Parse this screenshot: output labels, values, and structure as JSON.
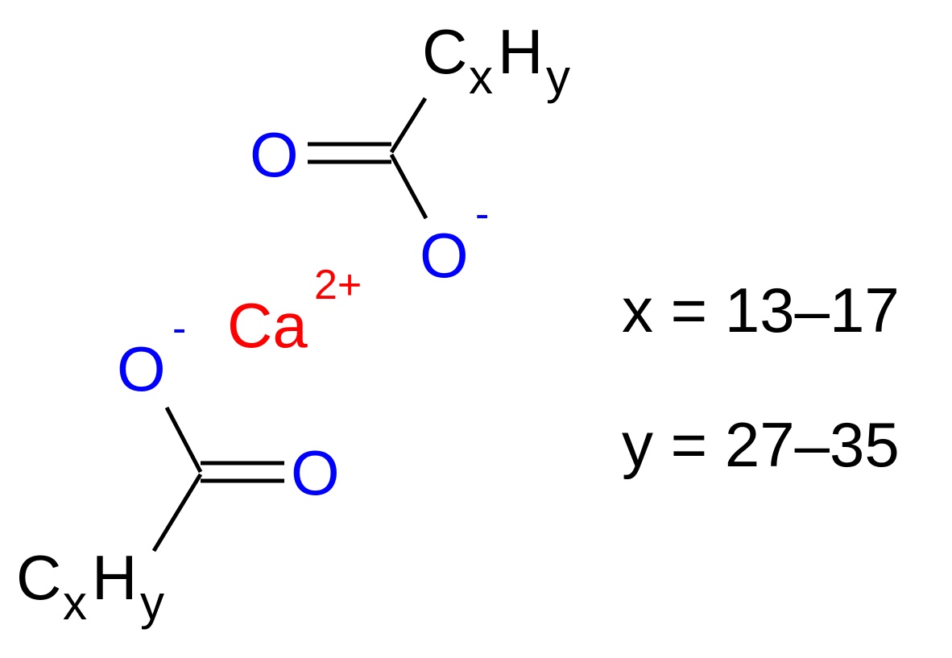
{
  "colors": {
    "carbon": "#000000",
    "oxygen": "#0000ff",
    "calcium": "#ff0000",
    "bond": "#000000"
  },
  "upper_carboxylate": {
    "alkyl": {
      "element": "C",
      "subscript_1": "x",
      "h": "H",
      "subscript_2": "y"
    },
    "carbonyl_oxygen": "O",
    "anion_oxygen": "O",
    "anion_charge": "-"
  },
  "lower_carboxylate": {
    "alkyl": {
      "element": "C",
      "subscript_1": "x",
      "h": "H",
      "subscript_2": "y"
    },
    "carbonyl_oxygen": "O",
    "anion_oxygen": "O",
    "anion_charge": "-"
  },
  "cation": {
    "symbol": "Ca",
    "charge": "2+"
  },
  "legend": {
    "x_line": "x = 13–17",
    "y_line": "y = 27–35"
  }
}
